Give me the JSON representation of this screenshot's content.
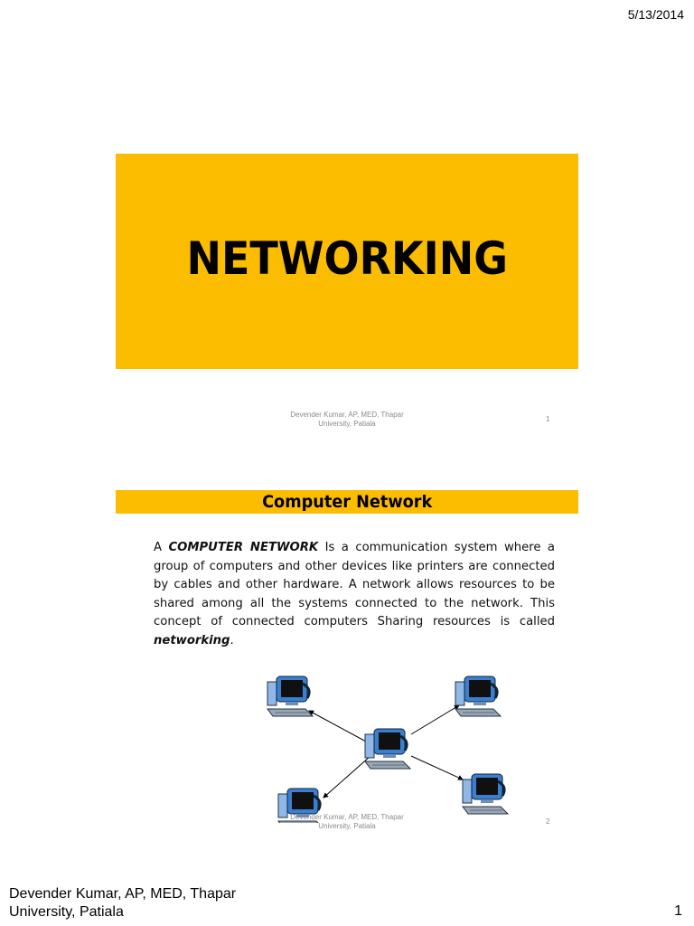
{
  "header": {
    "date": "5/13/2014"
  },
  "slide1": {
    "title": "NETWORKING",
    "footer_line1": "Devender Kumar, AP, MED, Thapar",
    "footer_line2": "University, Patiala",
    "number": "1"
  },
  "slide2": {
    "heading": "Computer Network",
    "para_a": "A ",
    "para_term": "COMPUTER NETWORK",
    "para_b": " Is a communication system where a group of computers and other devices like printers are connected by cables and other hardware. A network allows resources to be shared among all the systems connected to the network. This concept of connected computers Sharing resources is called ",
    "para_term2": "networking",
    "para_c": ".",
    "footer_line1": "Devender Kumar, AP, MED, Thapar",
    "footer_line2": "University, Patiala",
    "number": "2",
    "diagram_icons": [
      "computer-icon",
      "computer-icon",
      "computer-icon",
      "computer-icon",
      "computer-icon"
    ],
    "colors": {
      "monitor": "#3a7fd0",
      "screen": "#101010",
      "tower": "#8fb8e8",
      "keyboard": "#9aa7b4"
    }
  },
  "page": {
    "footer_line1": "Devender Kumar, AP, MED, Thapar",
    "footer_line2": "University, Patiala",
    "number": "1"
  },
  "theme": {
    "accent": "#fcbd00"
  }
}
